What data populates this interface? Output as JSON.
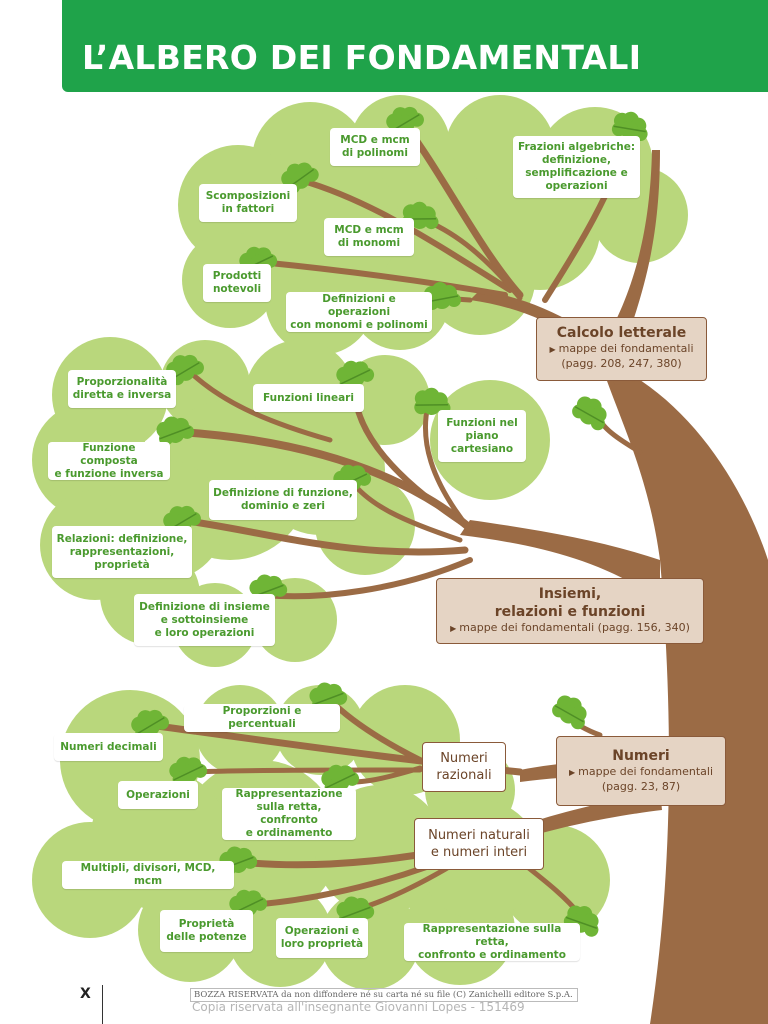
{
  "header": {
    "title": "L’ALBERO DEI FONDAMENTALI"
  },
  "colors": {
    "header_green": "#1fa34a",
    "canopy_green": "#b9d77c",
    "trunk_brown": "#9b6b45",
    "leaf_green": "#6fb536",
    "text_green": "#4a9a2e",
    "main_box_fill": "#e5d4c4",
    "main_box_border": "#8a5a3a"
  },
  "main_branches": [
    {
      "title": "Calcolo letterale",
      "ref_line1": "mappe dei fondamentali",
      "ref_line2": "(pagg. 208, 247, 380)"
    },
    {
      "title_line1": "Insiemi,",
      "title_line2": "relazioni e funzioni",
      "ref": "mappe dei fondamentali (pagg. 156, 340)"
    },
    {
      "title": "Numeri",
      "ref_line1": "mappe dei fondamentali",
      "ref_line2": "(pagg. 23, 87)"
    }
  ],
  "sub_branches": [
    {
      "line1": "Numeri",
      "line2": "razionali"
    },
    {
      "line1": "Numeri naturali",
      "line2": "e numeri interi"
    }
  ],
  "topics": {
    "calcolo": [
      {
        "lines": [
          "MCD e mcm",
          "di polinomi"
        ]
      },
      {
        "lines": [
          "Frazioni algebriche:",
          "definizione,",
          "semplificazione e",
          "operazioni"
        ]
      },
      {
        "lines": [
          "Scomposizioni",
          "in fattori"
        ]
      },
      {
        "lines": [
          "MCD e mcm",
          "di monomi"
        ]
      },
      {
        "lines": [
          "Prodotti",
          "notevoli"
        ]
      },
      {
        "lines": [
          "Definizioni e operazioni",
          "con monomi e polinomi"
        ]
      }
    ],
    "insiemi": [
      {
        "lines": [
          "Proporzionalità",
          "diretta e inversa"
        ]
      },
      {
        "lines": [
          "Funzioni lineari"
        ]
      },
      {
        "lines": [
          "Funzioni nel",
          "piano",
          "cartesiano"
        ]
      },
      {
        "lines": [
          "Funzione composta",
          "e funzione inversa"
        ]
      },
      {
        "lines": [
          "Definizione di funzione,",
          "dominio e zeri"
        ]
      },
      {
        "lines": [
          "Relazioni: definizione,",
          "rappresentazioni,",
          "proprietà"
        ]
      },
      {
        "lines": [
          "Definizione di insieme",
          "e sottoinsieme",
          "e loro operazioni"
        ]
      }
    ],
    "numeri": [
      {
        "lines": [
          "Proporzioni e percentuali"
        ]
      },
      {
        "lines": [
          "Numeri decimali"
        ]
      },
      {
        "lines": [
          "Operazioni"
        ]
      },
      {
        "lines": [
          "Rappresentazione",
          "sulla retta, confronto",
          "e ordinamento"
        ]
      },
      {
        "lines": [
          "Multipli, divisori, MCD, mcm"
        ]
      },
      {
        "lines": [
          "Proprietà",
          "delle potenze"
        ]
      },
      {
        "lines": [
          "Operazioni e",
          "loro proprietà"
        ]
      },
      {
        "lines": [
          "Rappresentazione sulla retta,",
          "confronto e ordinamento"
        ]
      }
    ]
  },
  "footer": {
    "page_letter": "X",
    "notice": "BOZZA RISERVATA da non diffondere né su carta né su file (C) Zanichelli editore S.p.A.",
    "watermark": "Copia riservata all'insegnante Giovanni Lopes - 151469"
  }
}
